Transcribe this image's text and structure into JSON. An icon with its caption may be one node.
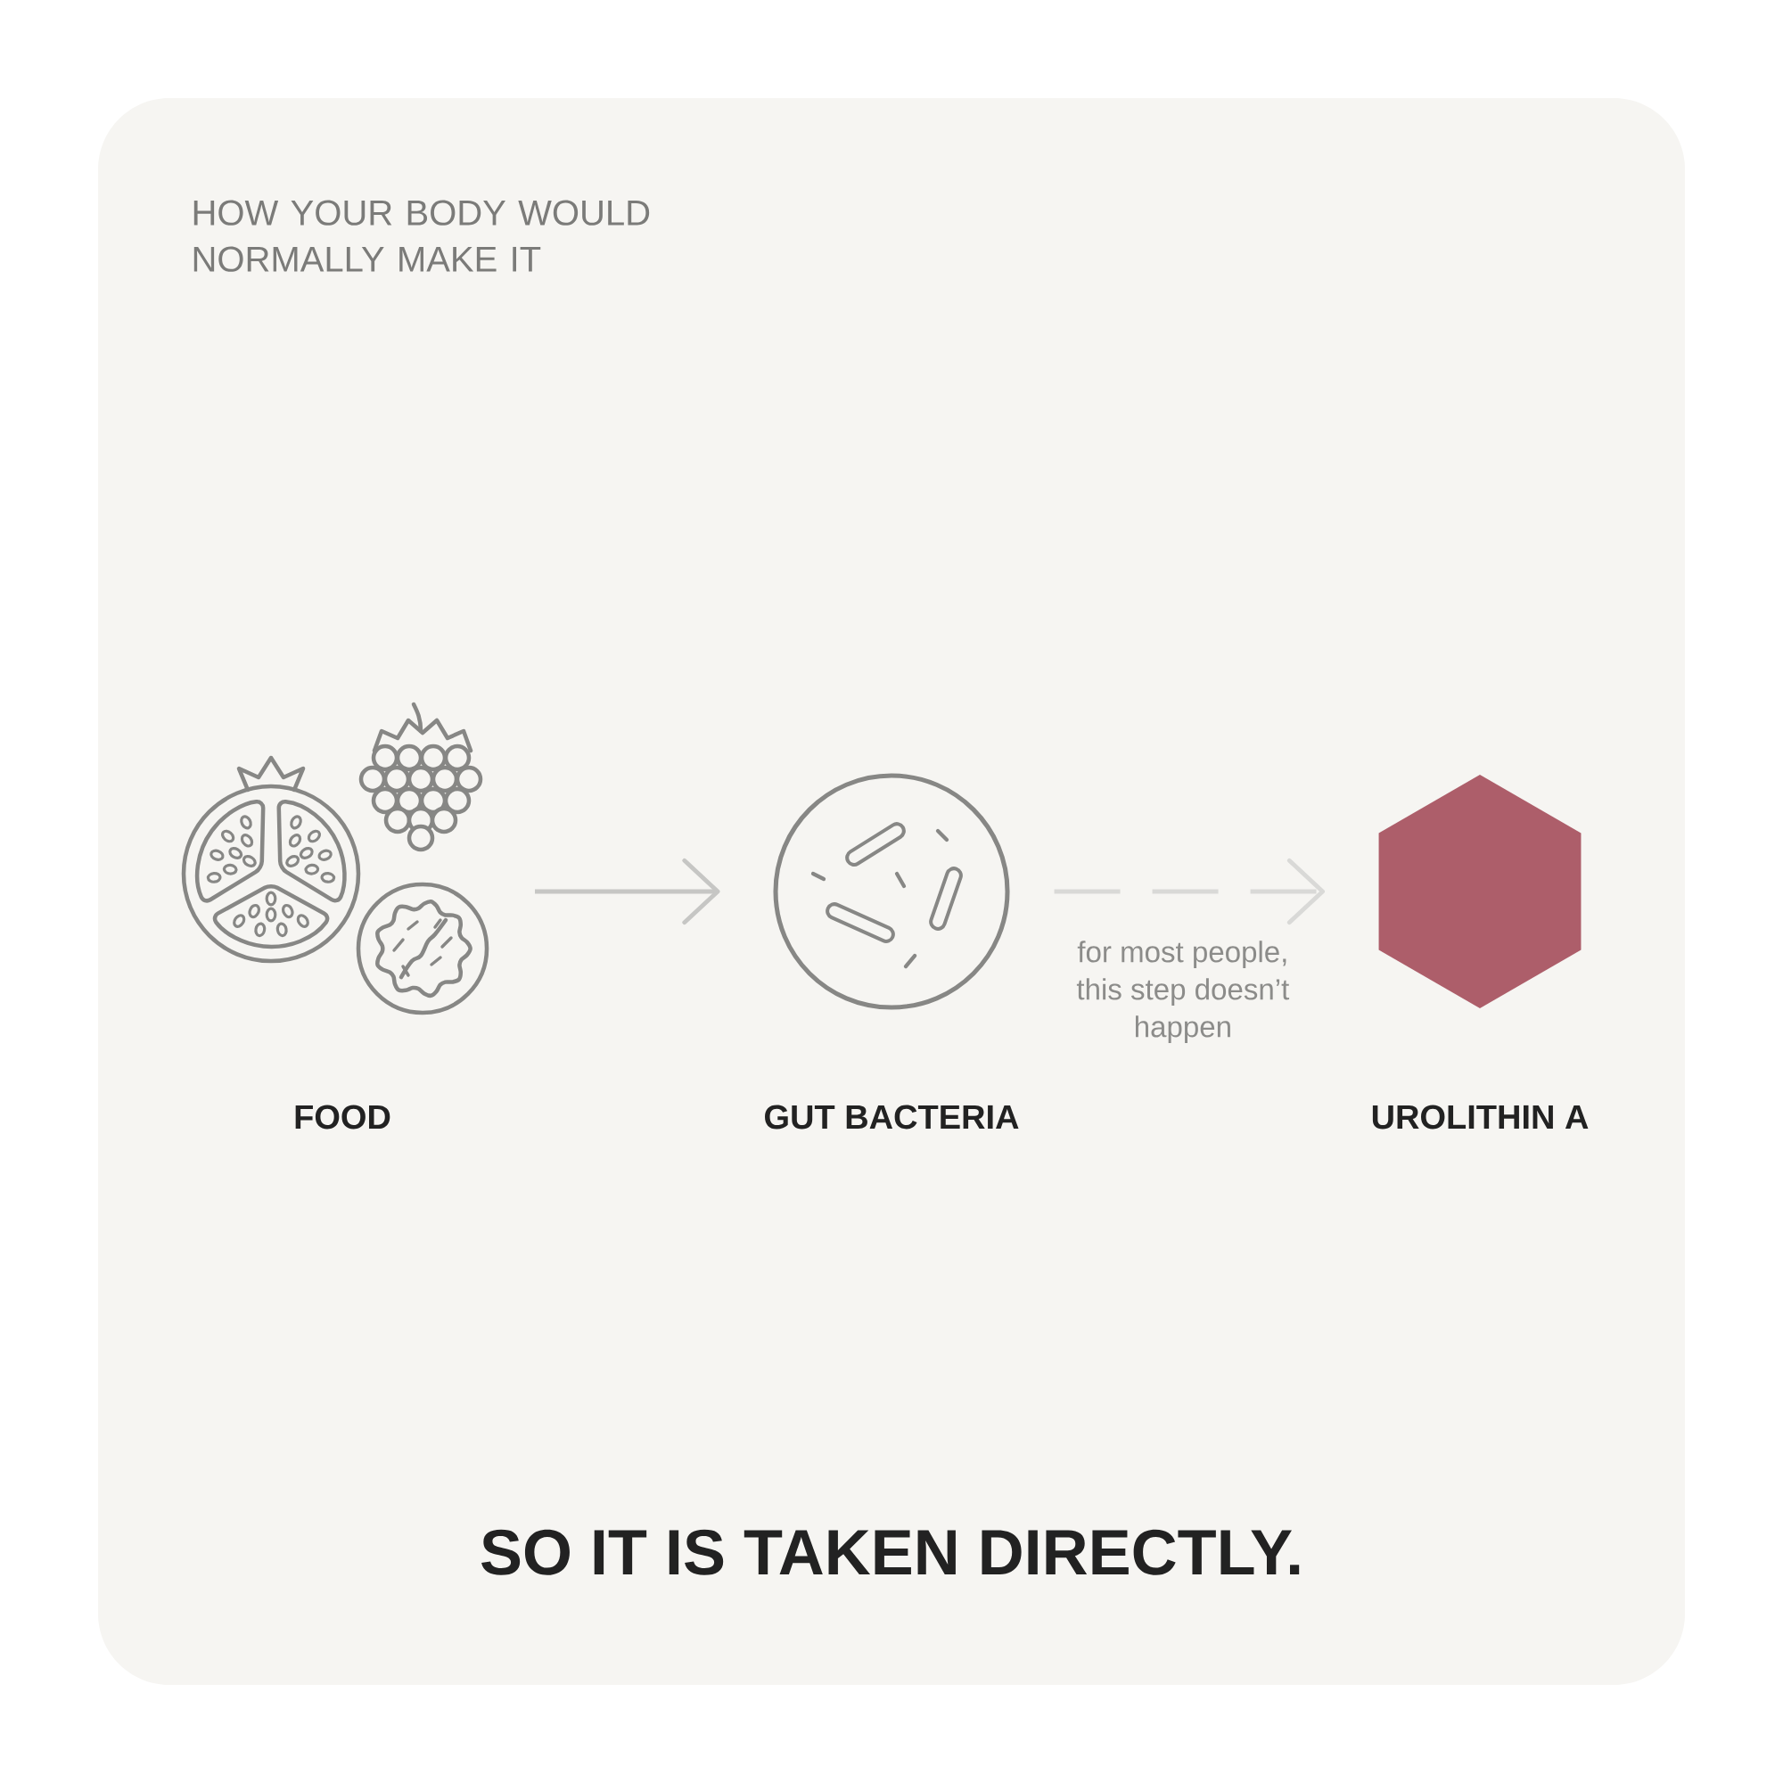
{
  "diagram": {
    "title": "HOW YOUR BODY WOULD NORMALLY MAKE IT",
    "caption": "SO IT IS TAKEN DIRECTLY.",
    "nodes": [
      {
        "text": [
          "FOOD"
        ]
      },
      {
        "text": [
          "GUT BACTERIA"
        ]
      },
      {
        "text": [
          "UROLITHIN A"
        ]
      }
    ],
    "edges": [
      {
        "from": 0,
        "to": 1,
        "arrow": "to"
      },
      {
        "from": 1,
        "to": 2,
        "arrow": "to",
        "label": "for most people, this step doesn’t happen",
        "style": "dashed",
        "color": "#d9d9d7"
      }
    ]
  }
}
